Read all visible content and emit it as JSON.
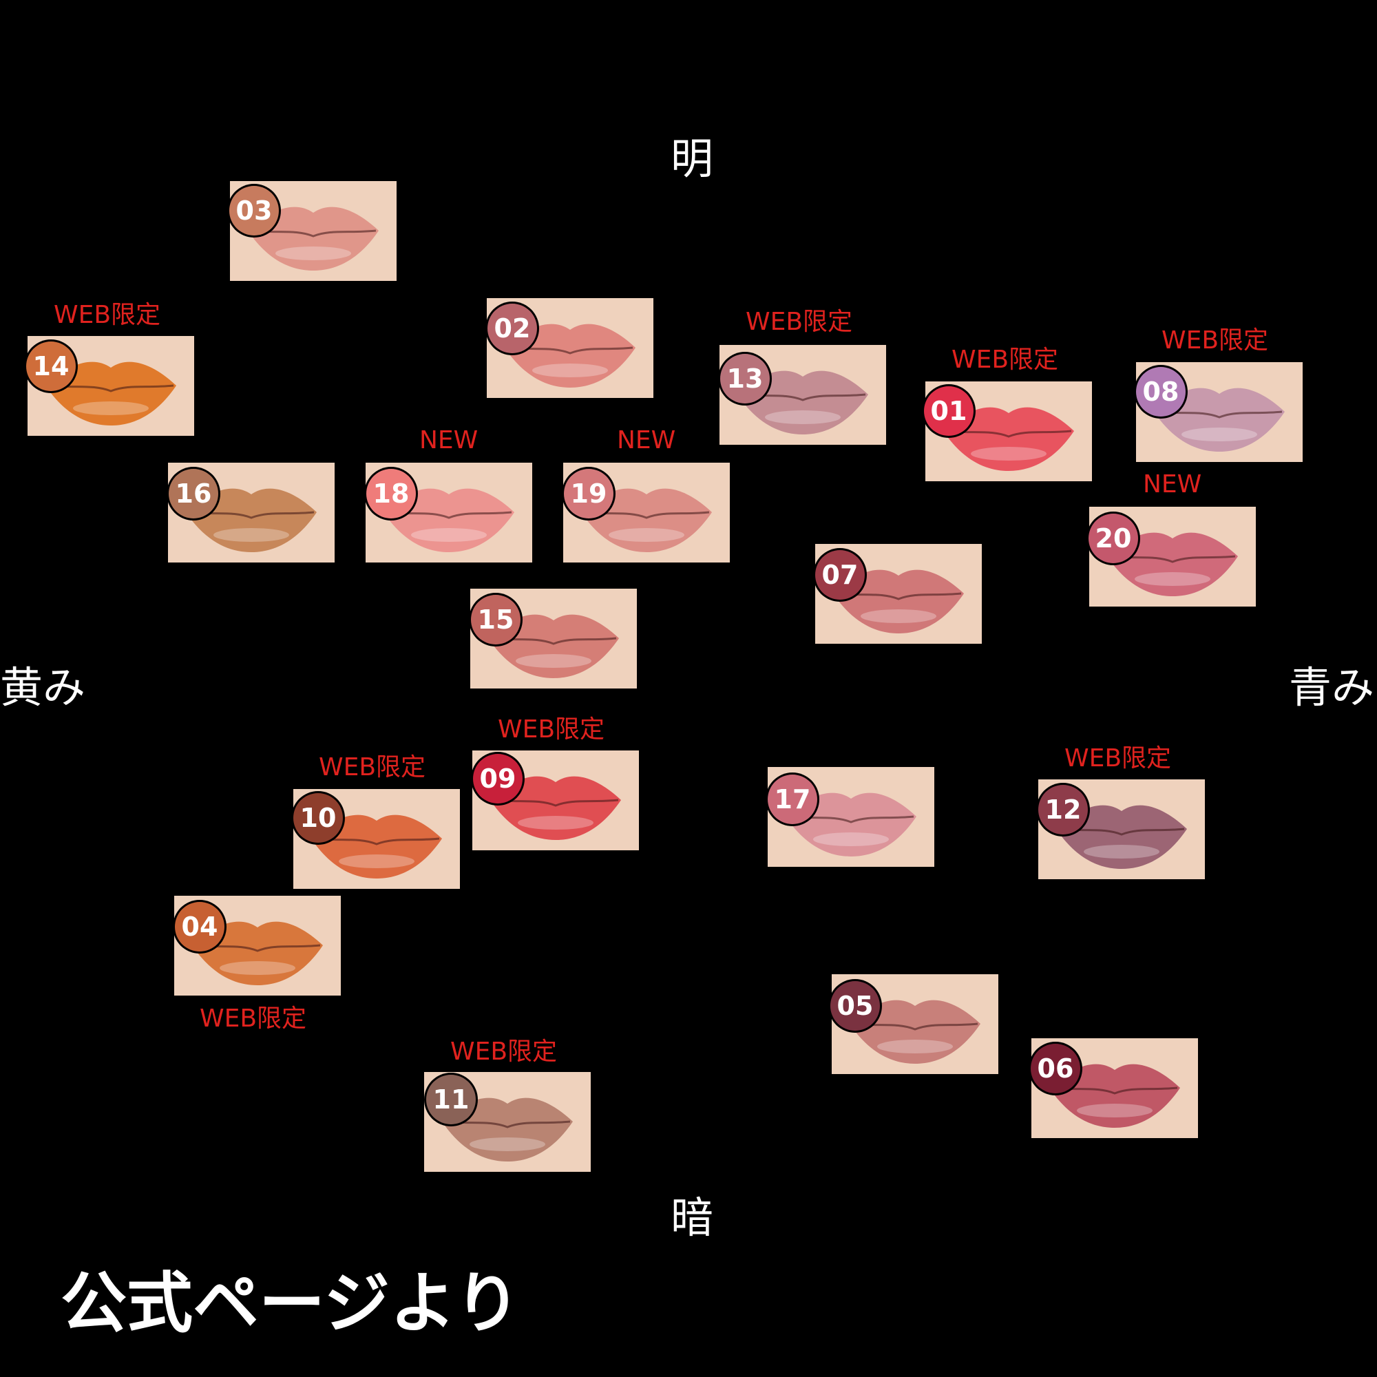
{
  "axes": {
    "top": "明",
    "bottom": "暗",
    "left": "黄み",
    "right": "青み"
  },
  "footer": "公式ページより",
  "shades": [
    {
      "id": "03",
      "badge_color": "#c77b5e",
      "lip_color": "#e0968a",
      "skin": "#efd2bd",
      "tag": ""
    },
    {
      "id": "02",
      "badge_color": "#b8646a",
      "lip_color": "#e0877f",
      "skin": "#efd2bd",
      "tag": ""
    },
    {
      "id": "14",
      "badge_color": "#cf6d3a",
      "lip_color": "#e07a2c",
      "skin": "#efd2bd",
      "tag": "WEB限定"
    },
    {
      "id": "13",
      "badge_color": "#b8727a",
      "lip_color": "#c48d93",
      "skin": "#efd2bd",
      "tag": "WEB限定"
    },
    {
      "id": "01",
      "badge_color": "#e0304a",
      "lip_color": "#e8545f",
      "skin": "#efd2bd",
      "tag": "WEB限定"
    },
    {
      "id": "08",
      "badge_color": "#b07ab4",
      "lip_color": "#c89aac",
      "skin": "#efd2bd",
      "tag": "WEB限定"
    },
    {
      "id": "16",
      "badge_color": "#b07458",
      "lip_color": "#c7875a",
      "skin": "#efd2bd",
      "tag": ""
    },
    {
      "id": "18",
      "badge_color": "#ef7c7a",
      "lip_color": "#ec9490",
      "skin": "#efd2bd",
      "tag": "NEW"
    },
    {
      "id": "19",
      "badge_color": "#d4787a",
      "lip_color": "#dc8e86",
      "skin": "#efd2bd",
      "tag": "NEW"
    },
    {
      "id": "20",
      "badge_color": "#c4586c",
      "lip_color": "#d06a7a",
      "skin": "#efd2bd",
      "tag": "NEW"
    },
    {
      "id": "07",
      "badge_color": "#9c3a46",
      "lip_color": "#d07878",
      "skin": "#efd2bd",
      "tag": ""
    },
    {
      "id": "15",
      "badge_color": "#c0645e",
      "lip_color": "#d57e76",
      "skin": "#efd2bd",
      "tag": ""
    },
    {
      "id": "09",
      "badge_color": "#c8203a",
      "lip_color": "#e04e52",
      "skin": "#efd2bd",
      "tag": "WEB限定"
    },
    {
      "id": "10",
      "badge_color": "#8e3e2c",
      "lip_color": "#dd6a40",
      "skin": "#efd2bd",
      "tag": "WEB限定"
    },
    {
      "id": "17",
      "badge_color": "#cc6a78",
      "lip_color": "#dc949a",
      "skin": "#efd2bd",
      "tag": ""
    },
    {
      "id": "12",
      "badge_color": "#8e3c4a",
      "lip_color": "#9c6574",
      "skin": "#efd2bd",
      "tag": "WEB限定"
    },
    {
      "id": "04",
      "badge_color": "#c76032",
      "lip_color": "#d8773c",
      "skin": "#efd2bd",
      "tag": "WEB限定"
    },
    {
      "id": "05",
      "badge_color": "#7a3240",
      "lip_color": "#c8807a",
      "skin": "#efd2bd",
      "tag": ""
    },
    {
      "id": "06",
      "badge_color": "#7a1e32",
      "lip_color": "#c05866",
      "skin": "#efd2bd",
      "tag": ""
    },
    {
      "id": "11",
      "badge_color": "#8a6257",
      "lip_color": "#b98472",
      "skin": "#efd2bd",
      "tag": "WEB限定"
    }
  ]
}
